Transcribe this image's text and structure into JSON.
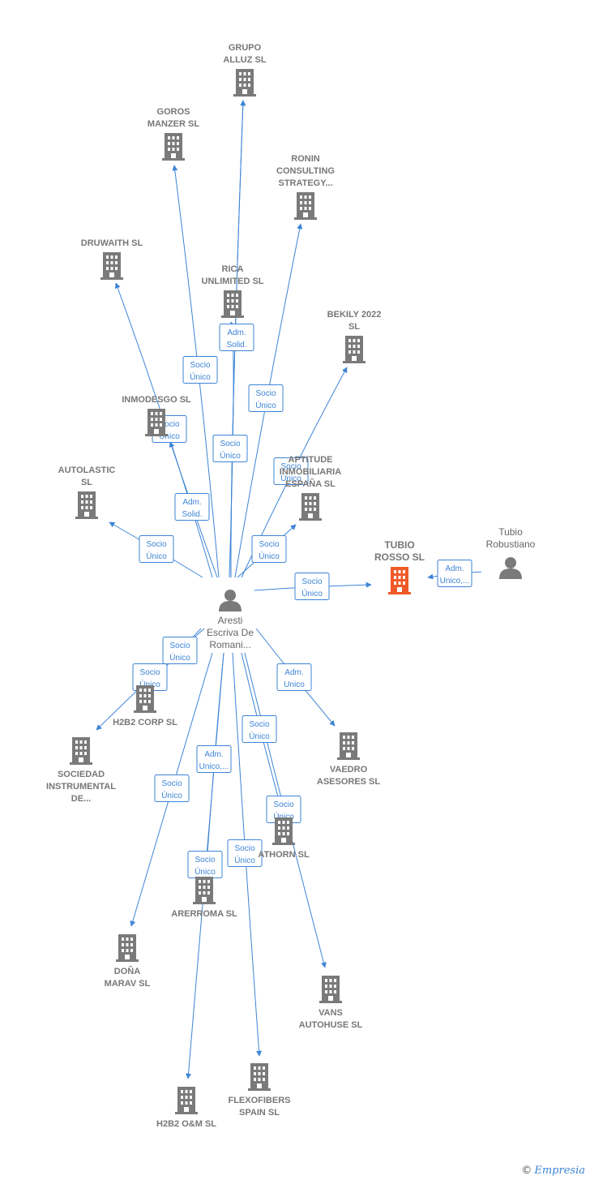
{
  "colors": {
    "edge": "#3d84d6",
    "company": "#7a7a7a",
    "focus": "#f05a28",
    "person": "#7a7a7a"
  },
  "nodes": [
    {
      "id": "grupo_alluz",
      "kind": "company",
      "lines": [
        "GRUPO",
        "ALLUZ SL"
      ]
    },
    {
      "id": "goros_manzer",
      "kind": "company",
      "lines": [
        "GOROS",
        "MANZER  SL"
      ]
    },
    {
      "id": "ronin",
      "kind": "company",
      "lines": [
        "RONIN",
        "CONSULTING",
        "STRATEGY..."
      ]
    },
    {
      "id": "druwaith",
      "kind": "company",
      "lines": [
        "DRUWAITH  SL"
      ]
    },
    {
      "id": "rica",
      "kind": "company",
      "lines": [
        "RICA",
        "UNLIMITED  SL"
      ]
    },
    {
      "id": "bekily",
      "kind": "company",
      "lines": [
        "BEKILY 2022",
        "SL"
      ]
    },
    {
      "id": "inmodesgo",
      "kind": "company",
      "lines": [
        "INMODESGO SL"
      ]
    },
    {
      "id": "autolastic",
      "kind": "company",
      "lines": [
        "AUTOLASTIC",
        "SL"
      ]
    },
    {
      "id": "aptitude",
      "kind": "company",
      "lines": [
        "APTITUDE",
        "INMOBILIARIA",
        "ESPAÑA  SL"
      ]
    },
    {
      "id": "tubio_rosso",
      "kind": "focus",
      "lines": [
        "TUBIO",
        "ROSSO  SL"
      ]
    },
    {
      "id": "tubio_robustiano",
      "kind": "person",
      "lines": [
        "Tubio",
        "Robustiano"
      ]
    },
    {
      "id": "aresti",
      "kind": "person",
      "lines": [
        "Aresti",
        "Escriva De",
        "Romani..."
      ]
    },
    {
      "id": "h2b2_corp",
      "kind": "company",
      "lines": [
        "H2B2 CORP  SL"
      ]
    },
    {
      "id": "sociedad_instrumental",
      "kind": "company",
      "lines": [
        "SOCIEDAD",
        "INSTRUMENTAL",
        "DE..."
      ]
    },
    {
      "id": "vaedro",
      "kind": "company",
      "lines": [
        "VAEDRO",
        "ASESORES  SL"
      ]
    },
    {
      "id": "athorn",
      "kind": "company",
      "lines": [
        "ATHORN  SL"
      ]
    },
    {
      "id": "arerroma",
      "kind": "company",
      "lines": [
        "ARERROMA  SL"
      ]
    },
    {
      "id": "dona_marav",
      "kind": "company",
      "lines": [
        "DOÑA",
        "MARAV  SL"
      ]
    },
    {
      "id": "vans",
      "kind": "company",
      "lines": [
        "VANS",
        "AUTOHUSE  SL"
      ]
    },
    {
      "id": "flexofibers",
      "kind": "company",
      "lines": [
        "FLEXOFIBERS",
        "SPAIN  SL"
      ]
    },
    {
      "id": "h2b2_om",
      "kind": "company",
      "lines": [
        "H2B2 O&M  SL"
      ]
    }
  ],
  "edges": [
    {
      "from": "aresti",
      "to": "grupo_alluz",
      "label": [
        "Socio",
        "Único"
      ]
    },
    {
      "from": "aresti",
      "to": "goros_manzer",
      "label": [
        "Socio",
        "Único"
      ]
    },
    {
      "from": "aresti",
      "to": "ronin",
      "label": [
        "Socio",
        "Único"
      ]
    },
    {
      "from": "aresti",
      "to": "druwaith",
      "label": [
        "Socio",
        "Único"
      ]
    },
    {
      "from": "aresti",
      "to": "rica",
      "label": [
        "Adm.",
        "Solid."
      ]
    },
    {
      "from": "aresti",
      "to": "bekily",
      "label": [
        "Socio",
        "Único"
      ]
    },
    {
      "from": "aresti",
      "to": "inmodesgo",
      "label": [
        "Adm.",
        "Solid."
      ]
    },
    {
      "from": "aresti",
      "to": "autolastic",
      "label": [
        "Socio",
        "Único"
      ]
    },
    {
      "from": "aresti",
      "to": "aptitude",
      "label": [
        "Socio",
        "Único"
      ]
    },
    {
      "from": "aresti",
      "to": "tubio_rosso",
      "label": [
        "Socio",
        "Único"
      ]
    },
    {
      "from": "tubio_robustiano",
      "to": "tubio_rosso",
      "label": [
        "Adm.",
        "Unico,..."
      ]
    },
    {
      "from": "aresti",
      "to": "h2b2_corp",
      "label": [
        "Socio",
        "Único"
      ]
    },
    {
      "from": "aresti",
      "to": "sociedad_instrumental",
      "label": [
        "Socio",
        "Único"
      ]
    },
    {
      "from": "aresti",
      "to": "vaedro",
      "label": [
        "Adm.",
        "Unico"
      ]
    },
    {
      "from": "aresti",
      "to": "athorn",
      "label": [
        "Socio",
        "Único"
      ]
    },
    {
      "from": "aresti",
      "to": "arerroma",
      "label": [
        "Adm.",
        "Unico,..."
      ]
    },
    {
      "from": "aresti",
      "to": "dona_marav",
      "label": [
        "Socio",
        "Único"
      ]
    },
    {
      "from": "aresti",
      "to": "vans",
      "label": [
        "Socio",
        "Único"
      ]
    },
    {
      "from": "aresti",
      "to": "flexofibers",
      "label": [
        "Socio",
        "Único"
      ]
    },
    {
      "from": "aresti",
      "to": "h2b2_om",
      "label": [
        "Socio",
        "Único"
      ]
    },
    {
      "from": "aresti",
      "to": "grupo_alluz",
      "label": [
        "Socio",
        "Único"
      ]
    }
  ],
  "branding": {
    "copyright": "©",
    "name": "Empresia"
  }
}
